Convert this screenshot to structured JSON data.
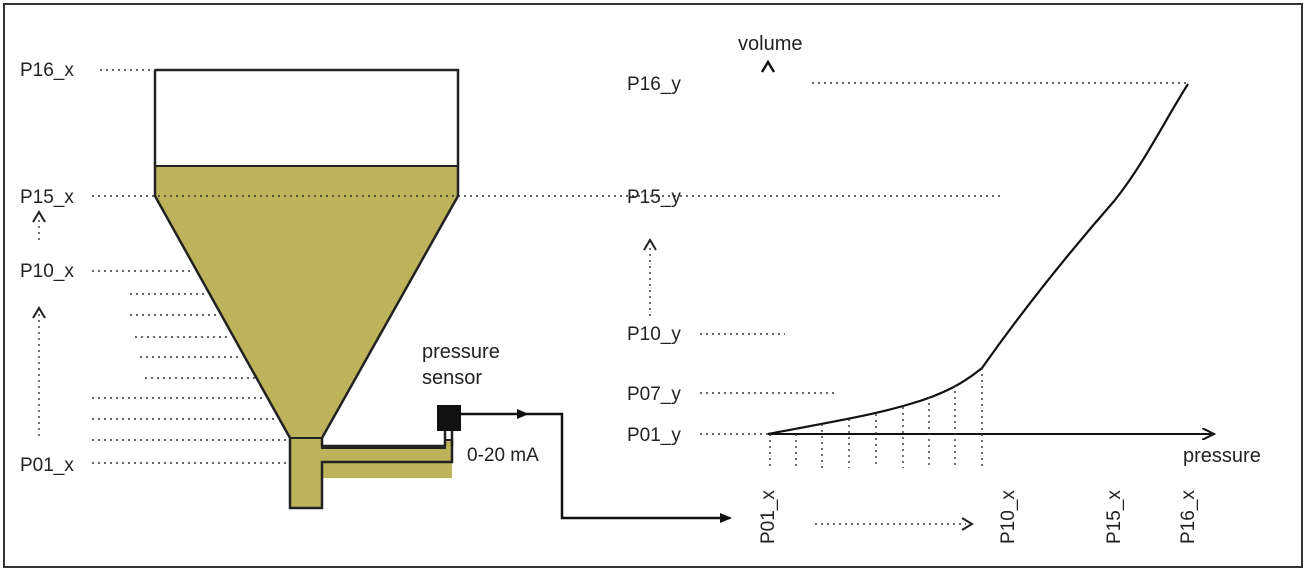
{
  "colors": {
    "fill": "#bdb35a",
    "outline": "#222222",
    "frame": "#333333"
  },
  "tank": {
    "levels": {
      "p16": "P16_x",
      "p15": "P15_x",
      "p10": "P10_x",
      "p01": "P01_x"
    },
    "sensor_label_1": "pressure",
    "sensor_label_2": "sensor",
    "signal_label": "0-20 mA"
  },
  "graph": {
    "y_axis_label": "volume",
    "x_axis_label": "pressure",
    "y_ticks": {
      "p16": "P16_y",
      "p15": "P15_y",
      "p10": "P10_y",
      "p07": "P07_y",
      "p01": "P01_y"
    },
    "x_ticks": {
      "p01": "P01_x",
      "p10": "P10_x",
      "p15": "P15_x",
      "p16": "P16_x"
    }
  }
}
